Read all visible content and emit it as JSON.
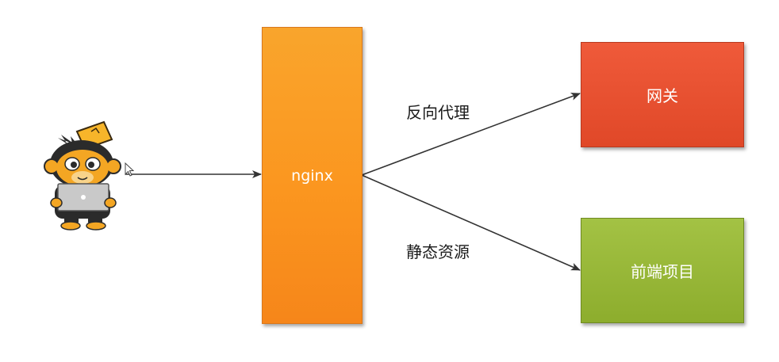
{
  "diagram": {
    "nodes": {
      "nginx": {
        "label": "nginx",
        "color": "#fb961f"
      },
      "gateway": {
        "label": "网关",
        "color": "#e04828"
      },
      "frontend": {
        "label": "前端项目",
        "color": "#8dad2d"
      }
    },
    "edges": [
      {
        "from": "user",
        "to": "nginx",
        "label": ""
      },
      {
        "from": "nginx",
        "to": "gateway",
        "label": "反向代理"
      },
      {
        "from": "nginx",
        "to": "frontend",
        "label": "静态资源"
      }
    ],
    "icons": {
      "user": "monkey-laptop-mascot-icon",
      "cursor": "mouse-pointer-icon"
    }
  }
}
